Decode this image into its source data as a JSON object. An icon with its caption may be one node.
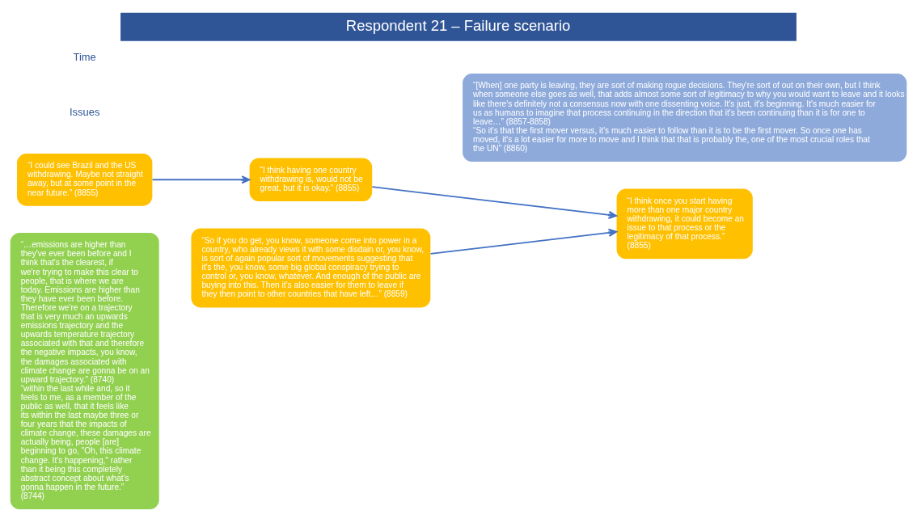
{
  "diagram": {
    "title": "Respondent 21 – Failure scenario",
    "nodes": [
      {
        "text": [
          "“…emissions are higher than they've ever been before and I think that's the clearest, if we're trying to make this clear to people, that is where we are today. Emissions are higher than they have ever been before. Therefore we're on a trajectory that is very much an upwards emissions trajectory and the upwards temperature trajectory associated with that and therefore the negative impacts, you know, the damages associated with climate change are gonna be on an upward trajectory.” (8740)",
          "“within the last while and, so it feels to me, as a member of the public as well, that it feels like its within the last maybe three or four years that the impacts of climate change, these damages are actually being, people [are] beginning to go, \"Oh, this climate change. It's happening,\" rather than it being this completely abstract concept about what's gonna happen in the future.” (8744)"
        ]
      },
      {
        "text": [
          "“I could see Brazil and the US withdrawing. Maybe not straight away, but at some point in the near future.” (8855)"
        ]
      },
      {
        "text": [
          "“I think having one country withdrawing is, would not be great, but it is okay.” (8855)"
        ]
      },
      {
        "text": [
          "“I think once you start having more than one major country withdrawing, it could become an issue to that process or the legitimacy of that process.” (8855)"
        ]
      },
      {
        "text": [
          "“So if you do get, you know, someone come into power in a country, who already views it with some disdain or, you know, is sort of again popular sort of movements suggesting that it's the, you know, some big global conspiracy trying to control or, you know, whatever. And enough of the public are buying into this. Then it's also easier for them to leave if they then point to other countries that have left…” (8859)"
        ]
      },
      {
        "text": [
          "“[When] one party is leaving, they are sort of making rogue decisions. They're sort of out on their own, but I think when someone else goes as well, that adds almost some sort of legitimacy to why you would want to leave and it looks like there's definitely not a consensus now with one dissenting voice. It's just, it's beginning. It's much easier for us as humans to imagine that process continuing in the direction that it's been continuing than it is for one to leave…” (8857-8858)",
          "“So it's that the first mover versus, it's much easier to follow than it is to be the first mover. So once one has moved, it's a lot easier for more to move and I think that that is probably the, one of the most crucial roles that the UN” (8860)"
        ]
      }
    ],
    "edges": [
      {
        "from": 1,
        "to": 2,
        "arrow": "to"
      },
      {
        "from": 2,
        "to": 3,
        "arrow": "to"
      },
      {
        "from": 4,
        "to": 3,
        "arrow": "to"
      }
    ],
    "labels": [
      "Issues",
      "Time"
    ]
  }
}
